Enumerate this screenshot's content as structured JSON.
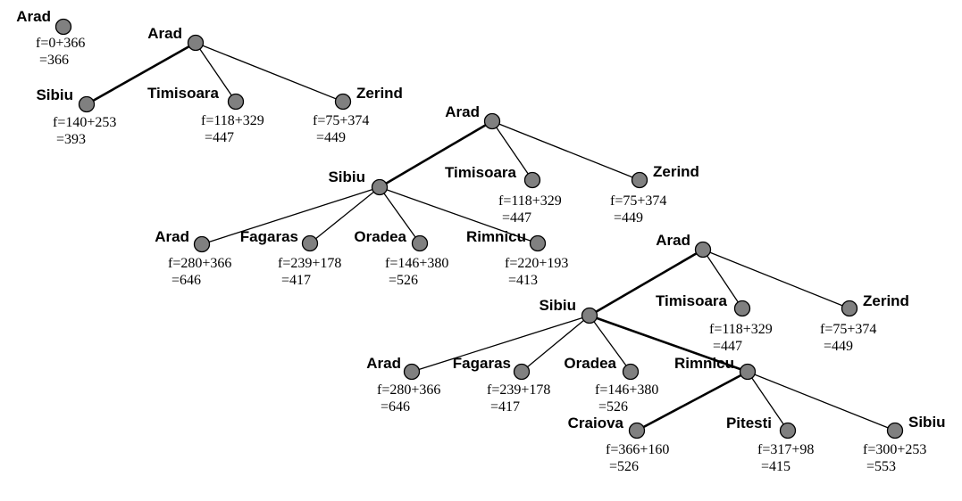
{
  "trees": [
    {
      "name": "tree-initial",
      "nodes": [
        {
          "city": "Arad",
          "f_expr": "f=0+366",
          "f_total": "=366"
        }
      ]
    },
    {
      "name": "tree-after-expanding-arad",
      "nodes": [
        {
          "city": "Arad"
        },
        {
          "city": "Sibiu",
          "f_expr": "f=140+253",
          "f_total": "=393"
        },
        {
          "city": "Timisoara",
          "f_expr": "f=118+329",
          "f_total": "=447"
        },
        {
          "city": "Zerind",
          "f_expr": "f=75+374",
          "f_total": "=449"
        }
      ]
    },
    {
      "name": "tree-after-expanding-sibiu",
      "nodes": [
        {
          "city": "Arad"
        },
        {
          "city": "Sibiu"
        },
        {
          "city": "Timisoara",
          "f_expr": "f=118+329",
          "f_total": "=447"
        },
        {
          "city": "Zerind",
          "f_expr": "f=75+374",
          "f_total": "=449"
        },
        {
          "city": "Arad",
          "f_expr": "f=280+366",
          "f_total": "=646"
        },
        {
          "city": "Fagaras",
          "f_expr": "f=239+178",
          "f_total": "=417"
        },
        {
          "city": "Oradea",
          "f_expr": "f=146+380",
          "f_total": "=526"
        },
        {
          "city": "Rimnicu",
          "f_expr": "f=220+193",
          "f_total": "=413"
        }
      ]
    },
    {
      "name": "tree-after-expanding-rimnicu",
      "nodes": [
        {
          "city": "Arad"
        },
        {
          "city": "Sibiu"
        },
        {
          "city": "Timisoara",
          "f_expr": "f=118+329",
          "f_total": "=447"
        },
        {
          "city": "Zerind",
          "f_expr": "f=75+374",
          "f_total": "=449"
        },
        {
          "city": "Arad",
          "f_expr": "f=280+366",
          "f_total": "=646"
        },
        {
          "city": "Fagaras",
          "f_expr": "f=239+178",
          "f_total": "=417"
        },
        {
          "city": "Oradea",
          "f_expr": "f=146+380",
          "f_total": "=526"
        },
        {
          "city": "Rimnicu"
        },
        {
          "city": "Craiova",
          "f_expr": "f=366+160",
          "f_total": "=526"
        },
        {
          "city": "Pitesti",
          "f_expr": "f=317+98",
          "f_total": "=415"
        },
        {
          "city": "Sibiu",
          "f_expr": "f=300+253",
          "f_total": "=553"
        }
      ]
    }
  ]
}
